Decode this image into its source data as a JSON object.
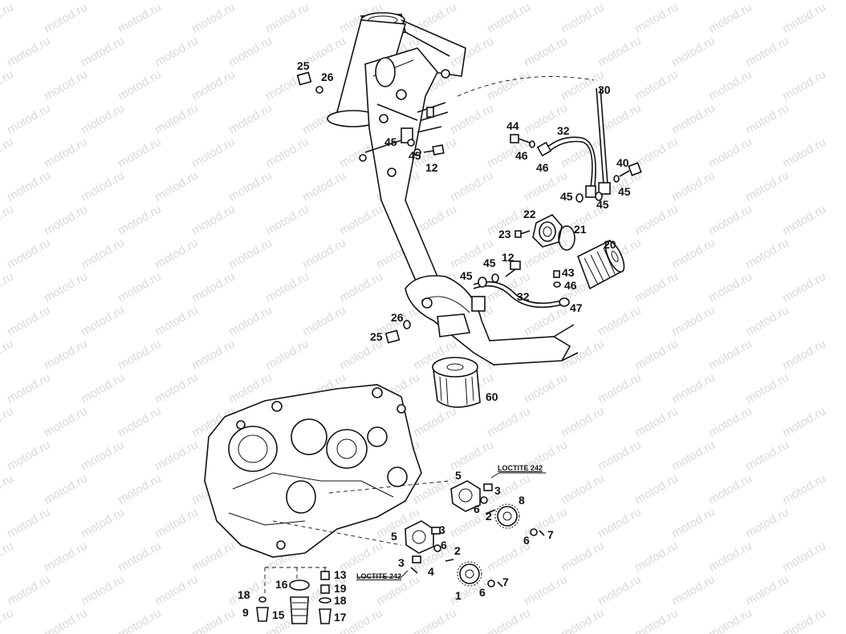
{
  "watermark": "motod.ru",
  "notes": {
    "loctite_upper": "LOCTITE 242",
    "loctite_lower": "LOCTITE 242"
  },
  "callouts": {
    "c25_top": "25",
    "c26_top": "26",
    "c45_a": "45",
    "c45_b": "45",
    "c12_top": "12",
    "c44": "44",
    "c46_a": "46",
    "c46_b": "46",
    "c32_top": "32",
    "c30": "30",
    "c40": "40",
    "c45_c": "45",
    "c45_d": "45",
    "c45_e": "45",
    "c22": "22",
    "c21": "21",
    "c23": "23",
    "c20": "20",
    "c45_f": "45",
    "c12_mid": "12",
    "c43": "43",
    "c46_c": "46",
    "c32_mid": "32",
    "c47": "47",
    "c26_mid": "26",
    "c25_mid": "25",
    "c60": "60",
    "c5_up": "5",
    "c3_up": "3",
    "c6_up": "6",
    "c2_up": "2",
    "c8": "8",
    "c6_up2": "6",
    "c7_up": "7",
    "c5_lo": "5",
    "c3_lo": "3",
    "c6_lo": "6",
    "c3_lo2": "3",
    "c4": "4",
    "c2_lo": "2",
    "c1": "1",
    "c6_lo2": "6",
    "c7_lo": "7",
    "c13": "13",
    "c16": "16",
    "c19": "19",
    "c18_a": "18",
    "c18_b": "18",
    "c9": "9",
    "c15": "15",
    "c17": "17"
  }
}
